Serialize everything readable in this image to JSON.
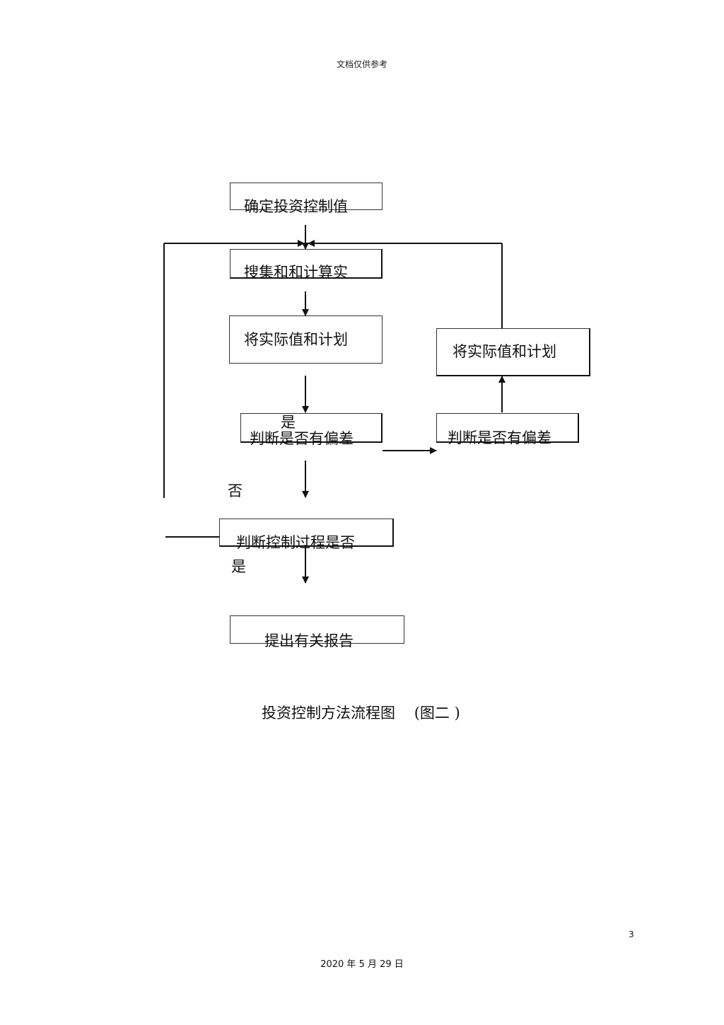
{
  "header": {
    "text": "文档仅供参考"
  },
  "flowchart": {
    "nodes": {
      "determine_value": "确定投资控制值",
      "collect_compute": "搜集和和计算实",
      "compare_left": "将实际值和计划",
      "judge_deviation_left": "判断是否有偏差",
      "judge_deviation_right": "判断是否有偏差",
      "compare_right": "将实际值和计划",
      "judge_process": "判断控制过程是否",
      "report": "提出有关报告"
    },
    "edge_labels": {
      "yes_top": "是",
      "no": "否",
      "yes_bottom": "是"
    },
    "caption": "投资控制方法流程图    (图二 )"
  },
  "footer": {
    "page_number": "3",
    "date": "2020 年 5 月 29 日"
  }
}
